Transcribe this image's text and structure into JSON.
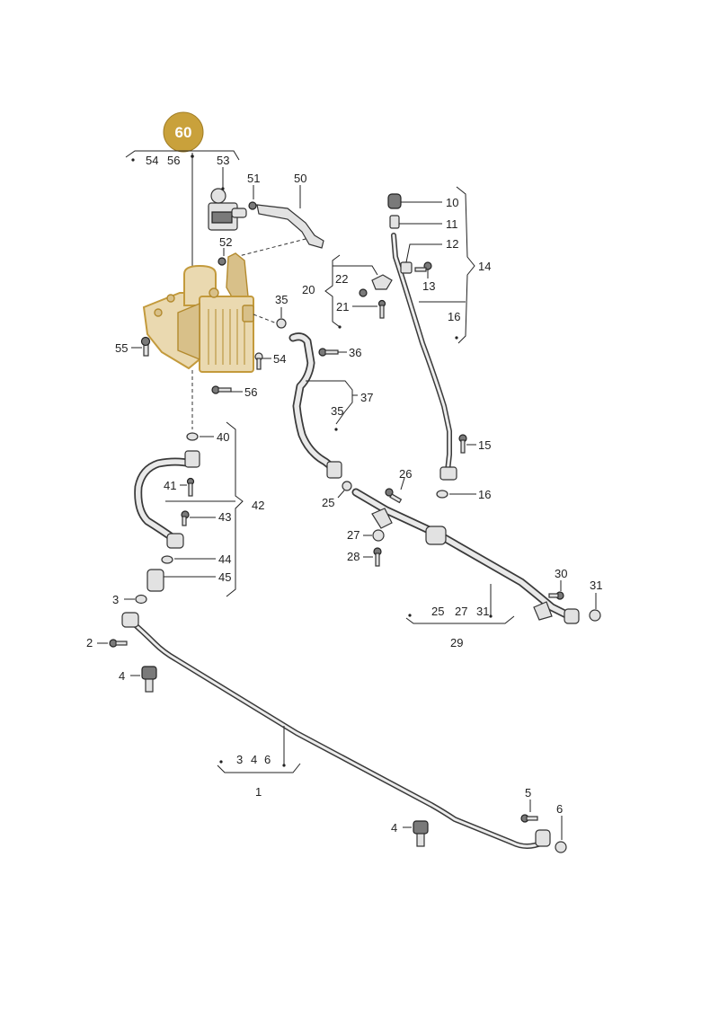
{
  "badge": {
    "label": "60",
    "color": "#c9a13b"
  },
  "brackets": {
    "group_60": [
      "54",
      "56"
    ],
    "group_1": [
      "3",
      "4",
      "6"
    ],
    "group_29": [
      "25",
      "27",
      "31"
    ]
  },
  "labels": {
    "n1": "1",
    "n2": "2",
    "n3": "3",
    "n4a": "4",
    "n4b": "4",
    "n5": "5",
    "n6": "6",
    "n10": "10",
    "n11": "11",
    "n12": "12",
    "n13": "13",
    "n14": "14",
    "n15": "15",
    "n16a": "16",
    "n16b": "16",
    "n20": "20",
    "n21": "21",
    "n22": "22",
    "n25a": "25",
    "n25b": "25",
    "n26": "26",
    "n27": "27",
    "n28": "28",
    "n29": "29",
    "n30": "30",
    "n31": "31",
    "n35a": "35",
    "n35b": "35",
    "n36": "36",
    "n37": "37",
    "n40": "40",
    "n41": "41",
    "n42": "42",
    "n43": "43",
    "n44": "44",
    "n45": "45",
    "n50": "50",
    "n51": "51",
    "n52": "52",
    "n53": "53",
    "n54": "54",
    "n55": "55",
    "n56": "56"
  },
  "colors": {
    "highlight": "#c39a3c",
    "line": "#222222"
  }
}
